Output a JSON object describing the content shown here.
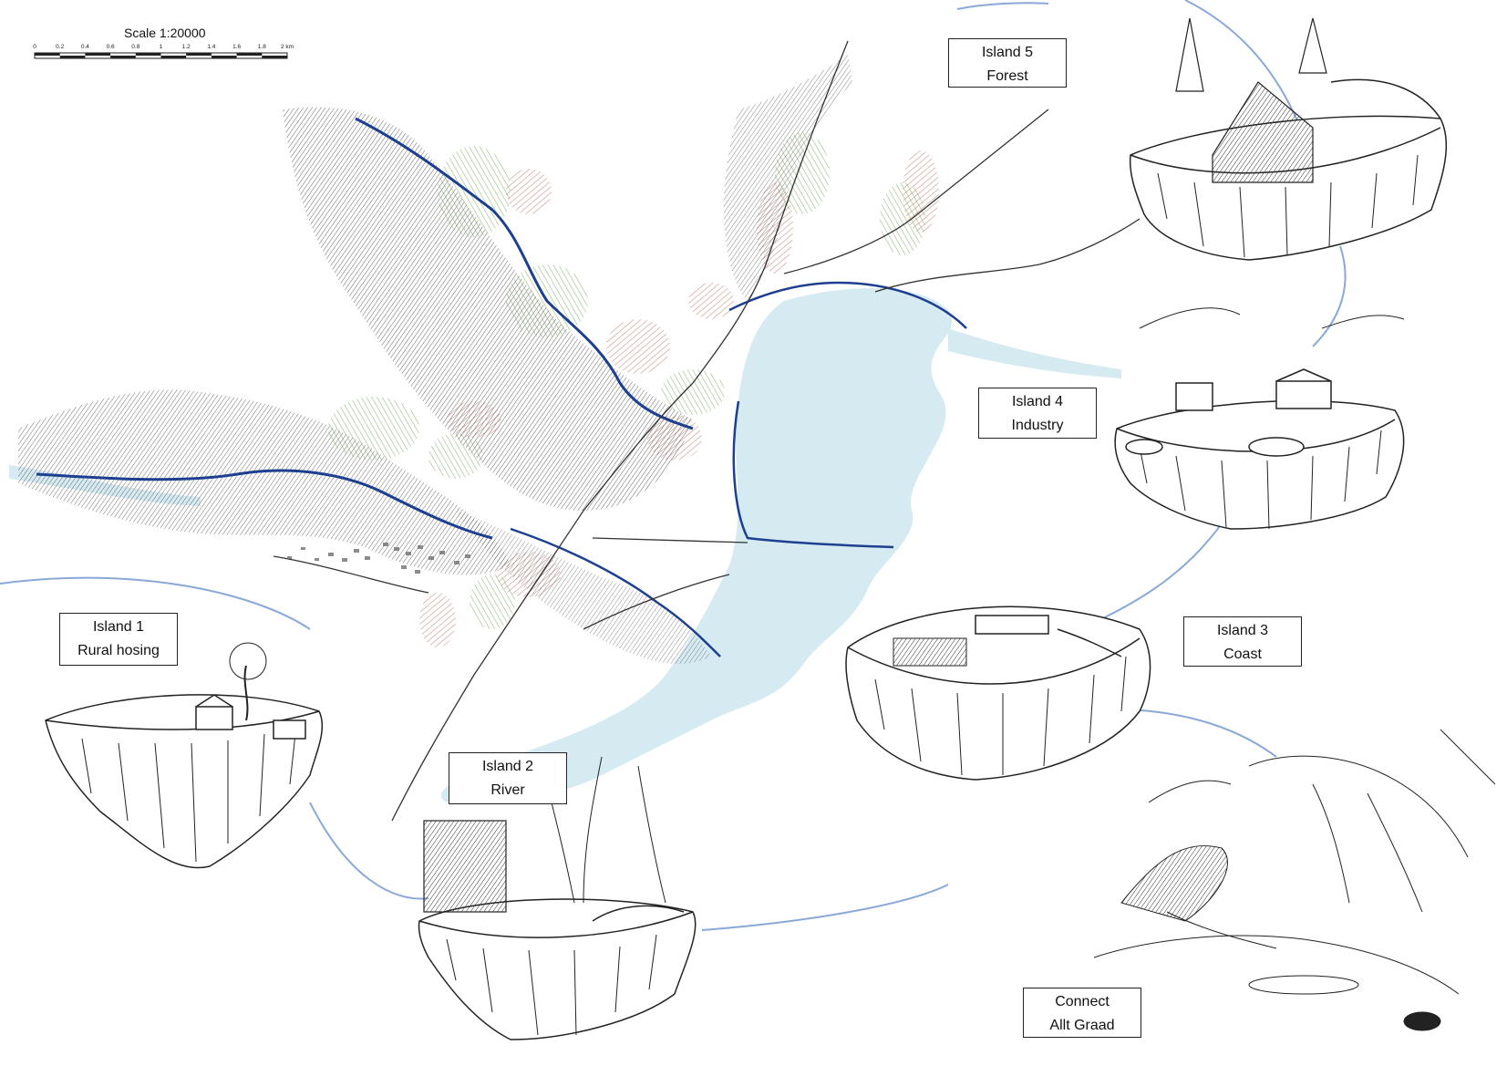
{
  "scale": {
    "title": "Scale 1:20000",
    "ticks": [
      "0",
      "0.2",
      "0.4",
      "0.6",
      "0.8",
      "1",
      "1.2",
      "1.4",
      "1.6",
      "1.8",
      "2 km"
    ]
  },
  "islands": [
    {
      "title": "Island 1",
      "subtitle": "Rural hosing"
    },
    {
      "title": "Island 2",
      "subtitle": "River"
    },
    {
      "title": "Island 3",
      "subtitle": "Coast"
    },
    {
      "title": "Island 4",
      "subtitle": "Industry"
    },
    {
      "title": "Island 5",
      "subtitle": "Forest"
    }
  ],
  "connect": {
    "title": "Connect",
    "subtitle": "Allt Graad"
  },
  "colors": {
    "water": "#d6eaf2",
    "river": "#1d3f8f",
    "forest_green": "#8fc46b",
    "land_red": "#c77a6e",
    "ink": "#222222",
    "connector": "#8aa9d8"
  }
}
